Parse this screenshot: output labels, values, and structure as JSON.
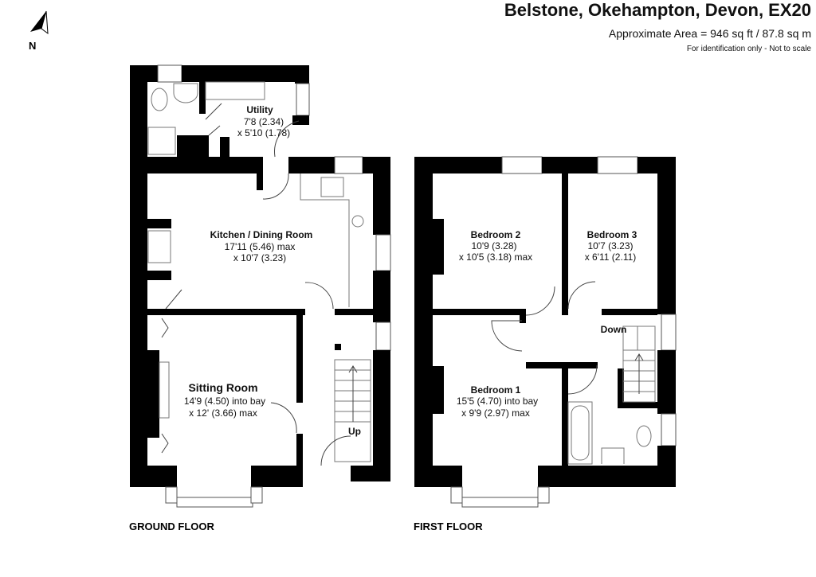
{
  "header": {
    "title": "Belstone, Okehampton, Devon, EX20",
    "area": "Approximate Area = 946 sq ft / 87.8 sq m",
    "note": "For identification only - Not to scale"
  },
  "compass": {
    "label": "N"
  },
  "ground_floor": {
    "label": "GROUND FLOOR",
    "rooms": [
      {
        "name": "Utility",
        "dim1": "7'8 (2.34)",
        "dim2": "x 5'10 (1.78)"
      },
      {
        "name": "Kitchen / Dining Room",
        "dim1": "17'11 (5.46) max",
        "dim2": "x 10'7 (3.23)"
      },
      {
        "name": "Sitting Room",
        "dim1": "14'9 (4.50) into bay",
        "dim2": "x 12' (3.66) max"
      }
    ],
    "stairs_label": "Up"
  },
  "first_floor": {
    "label": "FIRST FLOOR",
    "rooms": [
      {
        "name": "Bedroom 2",
        "dim1": "10'9 (3.28)",
        "dim2": "x 10'5 (3.18) max"
      },
      {
        "name": "Bedroom 3",
        "dim1": "10'7 (3.23)",
        "dim2": "x 6'11 (2.11)"
      },
      {
        "name": "Bedroom 1",
        "dim1": "15'5 (4.70) into bay",
        "dim2": "x 9'9 (2.97) max"
      }
    ],
    "stairs_label": "Down"
  }
}
